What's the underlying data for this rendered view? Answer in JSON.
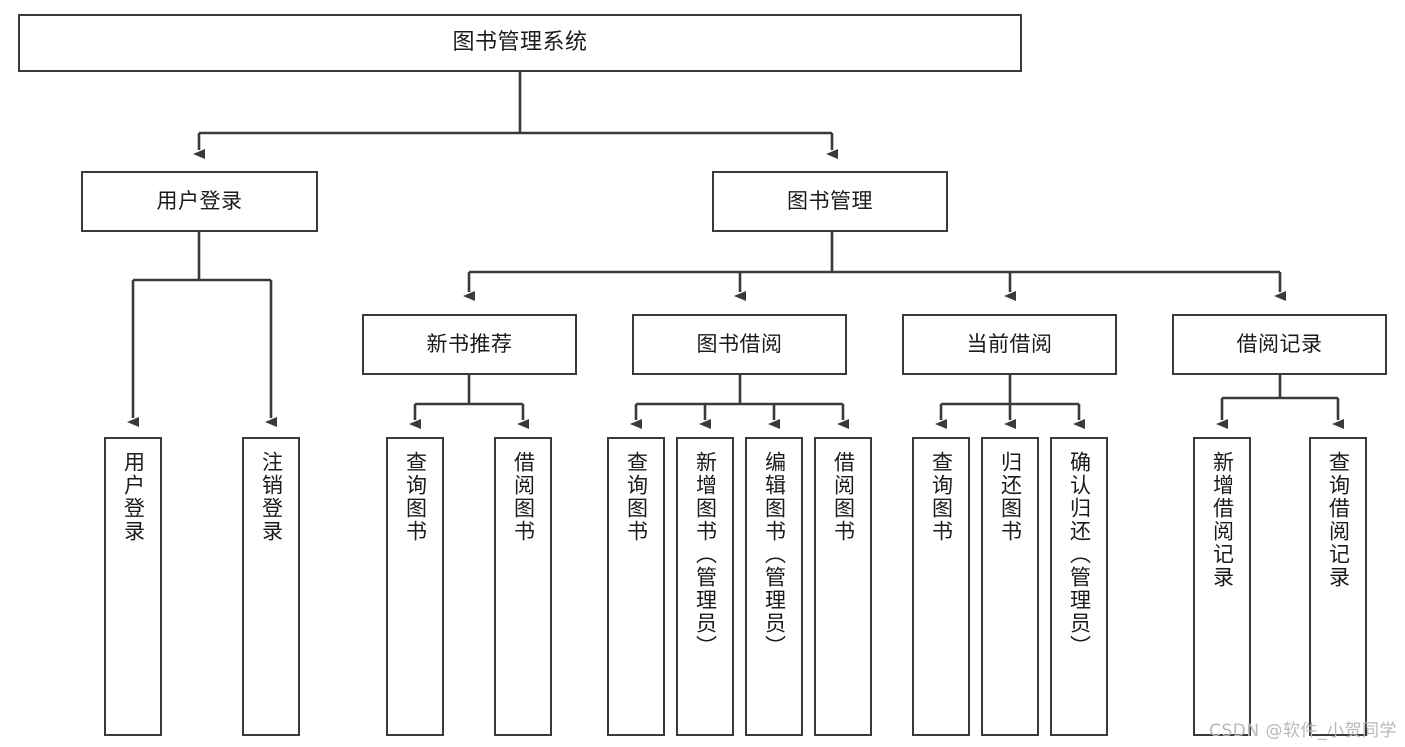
{
  "diagram": {
    "title": "图书管理系统",
    "type": "tree-hierarchy-chart",
    "watermark": "CSDN @软件_小贺同学",
    "colors": {
      "box_border": "#3a3a3a",
      "box_fill": "#ffffff",
      "edge": "#3a3a3a",
      "text": "#1b1b1b",
      "watermark": "#b9b9b9",
      "background": "#ffffff"
    },
    "nodes": {
      "root": {
        "label": "图书管理系统",
        "level": 1,
        "orientation": "horizontal"
      },
      "user_login": {
        "label": "用户登录",
        "level": 2,
        "orientation": "horizontal"
      },
      "book_manage": {
        "label": "图书管理",
        "level": 2,
        "orientation": "horizontal"
      },
      "new_book_rec": {
        "label": "新书推荐",
        "level": 3,
        "orientation": "horizontal"
      },
      "book_borrow": {
        "label": "图书借阅",
        "level": 3,
        "orientation": "horizontal"
      },
      "current_borrow": {
        "label": "当前借阅",
        "level": 3,
        "orientation": "horizontal"
      },
      "borrow_record": {
        "label": "借阅记录",
        "level": 3,
        "orientation": "horizontal"
      },
      "leaf_user_login": {
        "label": "用户登录",
        "level": 3,
        "orientation": "vertical"
      },
      "leaf_logout": {
        "label": "注销登录",
        "level": 3,
        "orientation": "vertical"
      },
      "leaf_query_book_a": {
        "label": "查询图书",
        "level": 4,
        "orientation": "vertical"
      },
      "leaf_borrow_book_a": {
        "label": "借阅图书",
        "level": 4,
        "orientation": "vertical"
      },
      "leaf_query_book_b": {
        "label": "查询图书",
        "level": 4,
        "orientation": "vertical"
      },
      "leaf_add_book": {
        "label": "新增图书（管理员）",
        "level": 4,
        "orientation": "vertical"
      },
      "leaf_edit_book": {
        "label": "编辑图书（管理员）",
        "level": 4,
        "orientation": "vertical"
      },
      "leaf_borrow_book_b": {
        "label": "借阅图书",
        "level": 4,
        "orientation": "vertical"
      },
      "leaf_query_book_c": {
        "label": "查询图书",
        "level": 4,
        "orientation": "vertical"
      },
      "leaf_return_book": {
        "label": "归还图书",
        "level": 4,
        "orientation": "vertical"
      },
      "leaf_confirm_return": {
        "label": "确认归还（管理员）",
        "level": 4,
        "orientation": "vertical"
      },
      "leaf_add_record": {
        "label": "新增借阅记录",
        "level": 4,
        "orientation": "vertical"
      },
      "leaf_query_record": {
        "label": "查询借阅记录",
        "level": 4,
        "orientation": "vertical"
      }
    },
    "edges": [
      {
        "from": "root",
        "to": "user_login"
      },
      {
        "from": "root",
        "to": "book_manage"
      },
      {
        "from": "user_login",
        "to": "leaf_user_login"
      },
      {
        "from": "user_login",
        "to": "leaf_logout"
      },
      {
        "from": "book_manage",
        "to": "new_book_rec"
      },
      {
        "from": "book_manage",
        "to": "book_borrow"
      },
      {
        "from": "book_manage",
        "to": "current_borrow"
      },
      {
        "from": "book_manage",
        "to": "borrow_record"
      },
      {
        "from": "new_book_rec",
        "to": "leaf_query_book_a"
      },
      {
        "from": "new_book_rec",
        "to": "leaf_borrow_book_a"
      },
      {
        "from": "book_borrow",
        "to": "leaf_query_book_b"
      },
      {
        "from": "book_borrow",
        "to": "leaf_add_book"
      },
      {
        "from": "book_borrow",
        "to": "leaf_edit_book"
      },
      {
        "from": "book_borrow",
        "to": "leaf_borrow_book_b"
      },
      {
        "from": "current_borrow",
        "to": "leaf_query_book_c"
      },
      {
        "from": "current_borrow",
        "to": "leaf_return_book"
      },
      {
        "from": "current_borrow",
        "to": "leaf_confirm_return"
      },
      {
        "from": "borrow_record",
        "to": "leaf_add_record"
      },
      {
        "from": "borrow_record",
        "to": "leaf_query_record"
      }
    ]
  }
}
